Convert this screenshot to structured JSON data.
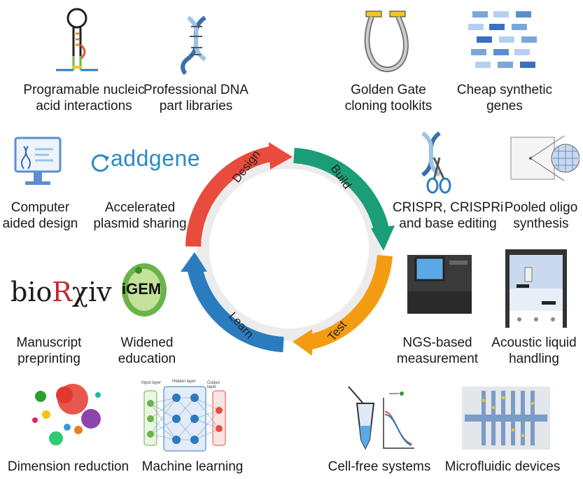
{
  "cycle": {
    "phases": [
      {
        "name": "Design",
        "color": "#e94b3c"
      },
      {
        "name": "Build",
        "color": "#1b9e77"
      },
      {
        "name": "Test",
        "color": "#f39c12"
      },
      {
        "name": "Learn",
        "color": "#2b7bbf"
      }
    ]
  },
  "labels": {
    "programable": [
      "Programable nucleic",
      "acid interactions"
    ],
    "dna_lib": [
      "Professional DNA",
      "part libraries"
    ],
    "golden_gate": [
      "Golden Gate",
      "cloning toolkits"
    ],
    "synthetic_genes": [
      "Cheap synthetic",
      "genes"
    ],
    "computer_design": [
      "Computer",
      "aided design"
    ],
    "plasmid": [
      "Accelerated",
      "plasmid sharing"
    ],
    "crispr": [
      "CRISPR, CRISPRi",
      "and base editing"
    ],
    "pooled": [
      "Pooled oligo",
      "synthesis"
    ],
    "manuscript": [
      "Manuscript",
      "preprinting"
    ],
    "education": [
      "Widened",
      "education"
    ],
    "ngs": [
      "NGS-based",
      "measurement"
    ],
    "acoustic": [
      "Acoustic liquid",
      "handling"
    ],
    "dimension": [
      "Dimension reduction"
    ],
    "ml": [
      "Machine learning"
    ],
    "cellfree": [
      "Cell-free systems"
    ],
    "microfluidic": [
      "Microfluidic devices"
    ]
  },
  "logos": {
    "addgene": "addgene",
    "biorxiv_a": "bio",
    "biorxiv_b": "R",
    "biorxiv_c": "χiv",
    "igem": "iGEM"
  },
  "nn": {
    "input": "Input layer",
    "hidden": "Hidden layer",
    "output": "Output layer"
  },
  "icons": [
    "rna-hairpin-icon",
    "dna-helix-icon",
    "plasmid-icon",
    "gene-blocks-icon",
    "monitor-icon",
    "addgene-logo",
    "crispr-scissors-icon",
    "oligo-array-icon",
    "biorxiv-logo",
    "igem-logo",
    "sequencer-icon",
    "liquid-handler-icon",
    "tsne-plot-icon",
    "neural-net-icon",
    "tube-curve-icon",
    "microfluidic-chip-icon"
  ]
}
